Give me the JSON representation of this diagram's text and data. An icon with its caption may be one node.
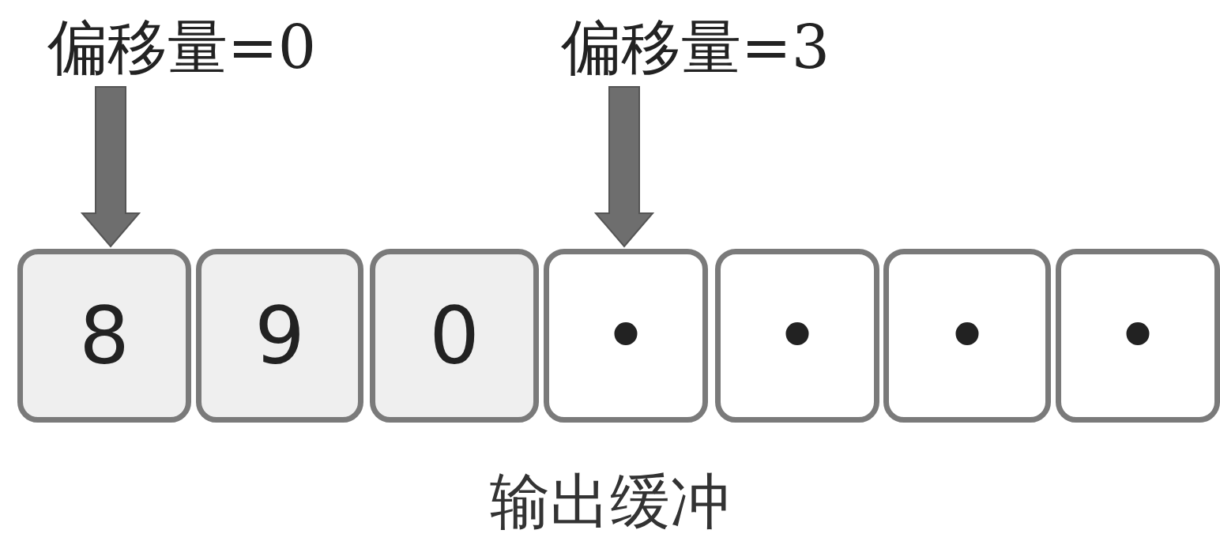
{
  "diagram": {
    "nodes": [
      {
        "text": [
          "偏移量=0"
        ]
      },
      {
        "text": [
          "偏移量=3"
        ]
      },
      {
        "text": [
          "8"
        ]
      },
      {
        "text": [
          "9"
        ]
      },
      {
        "text": [
          "0"
        ]
      },
      {
        "text": [
          "•"
        ]
      },
      {
        "text": [
          "•"
        ]
      },
      {
        "text": [
          "•"
        ]
      },
      {
        "text": [
          "•"
        ]
      }
    ],
    "edges": [
      {
        "from": 0,
        "to": 2,
        "arrow": "to"
      },
      {
        "from": 1,
        "to": 5,
        "arrow": "to"
      }
    ],
    "labels": [
      "输出缓冲"
    ]
  }
}
